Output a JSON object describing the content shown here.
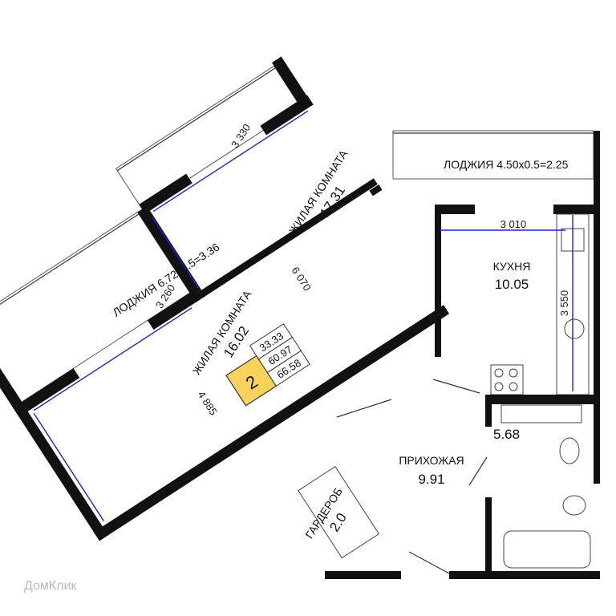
{
  "rooms": {
    "loggia_left": "ЛОДЖИЯ 6.72x0.5=3.36",
    "loggia_right": "ЛОДЖИЯ 4.50x0.5=2.25",
    "living1_name": "ЖИЛАЯ КОМНАТА",
    "living1_area": "17.31",
    "living2_name": "ЖИЛАЯ КОМНАТА",
    "living2_area": "16.02",
    "kitchen_name": "КУХНЯ",
    "kitchen_area": "10.05",
    "hall_name": "ПРИХОЖАЯ",
    "hall_area": "9.91",
    "bath_area": "5.68",
    "wardrobe_name": "ГАРДЕРОБ",
    "wardrobe_area": "2.0"
  },
  "dimensions": {
    "d1": "3 330",
    "d2": "6 070",
    "d3": "3 260",
    "d4": "4 885",
    "d5": "3 010",
    "d6": "3 550"
  },
  "badge": {
    "rooms": "2",
    "area_living": "33.33",
    "area_total": "60.97",
    "area_with_loggias": "66.58",
    "badge_color": "#f7d35e"
  },
  "colors": {
    "dimension": "#1a1aff",
    "wall": "#111111"
  },
  "watermark": "ДомКлик"
}
